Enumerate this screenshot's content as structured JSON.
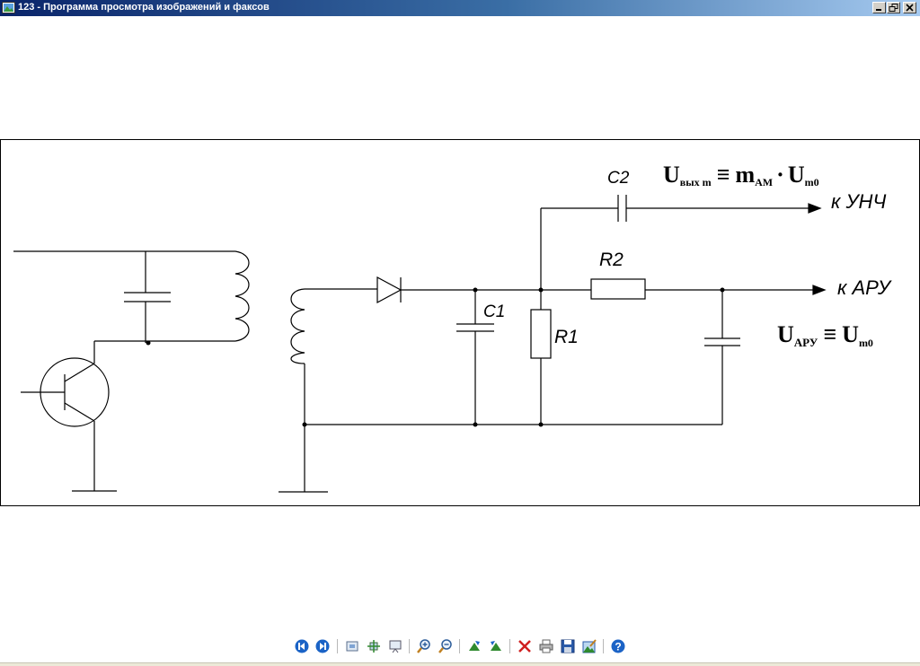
{
  "window": {
    "title": "123 - Программа просмотра изображений и факсов",
    "buttons": {
      "minimize": "minimize",
      "maximize": "restore",
      "close": "close"
    }
  },
  "diagram": {
    "labels": {
      "c2": "C2",
      "c1": "C1",
      "r1": "R1",
      "r2": "R2",
      "out_unch": "к УНЧ",
      "out_aru": "к АРУ"
    },
    "formula_top": {
      "u": "U",
      "u_sub": "вых m",
      "equiv": "≡",
      "m": "m",
      "m_sub": "АМ",
      "dot": "·",
      "u2": "U",
      "u2_sub": "m0"
    },
    "formula_bottom": {
      "u": "U",
      "u_sub": "АРУ",
      "equiv": "≡",
      "u2": "U",
      "u2_sub": "m0"
    }
  },
  "toolbar": {
    "items": [
      {
        "name": "previous-image-button",
        "icon": "prev-icon"
      },
      {
        "name": "next-image-button",
        "icon": "next-icon"
      },
      {
        "name": "best-fit-button",
        "icon": "best-fit-icon"
      },
      {
        "name": "actual-size-button",
        "icon": "actual-size-icon"
      },
      {
        "name": "slideshow-button",
        "icon": "slideshow-icon"
      },
      {
        "name": "zoom-in-button",
        "icon": "zoom-in-icon"
      },
      {
        "name": "zoom-out-button",
        "icon": "zoom-out-icon"
      },
      {
        "name": "rotate-clockwise-button",
        "icon": "rotate-cw-icon"
      },
      {
        "name": "rotate-counterclockwise-button",
        "icon": "rotate-ccw-icon"
      },
      {
        "name": "delete-button",
        "icon": "delete-icon"
      },
      {
        "name": "print-button",
        "icon": "print-icon"
      },
      {
        "name": "save-button",
        "icon": "save-icon"
      },
      {
        "name": "edit-button",
        "icon": "edit-icon"
      },
      {
        "name": "help-button",
        "icon": "help-icon"
      }
    ]
  },
  "colors": {
    "titlebar_start": "#0a246a",
    "titlebar_end": "#a6caf0",
    "ink": "#000000"
  }
}
